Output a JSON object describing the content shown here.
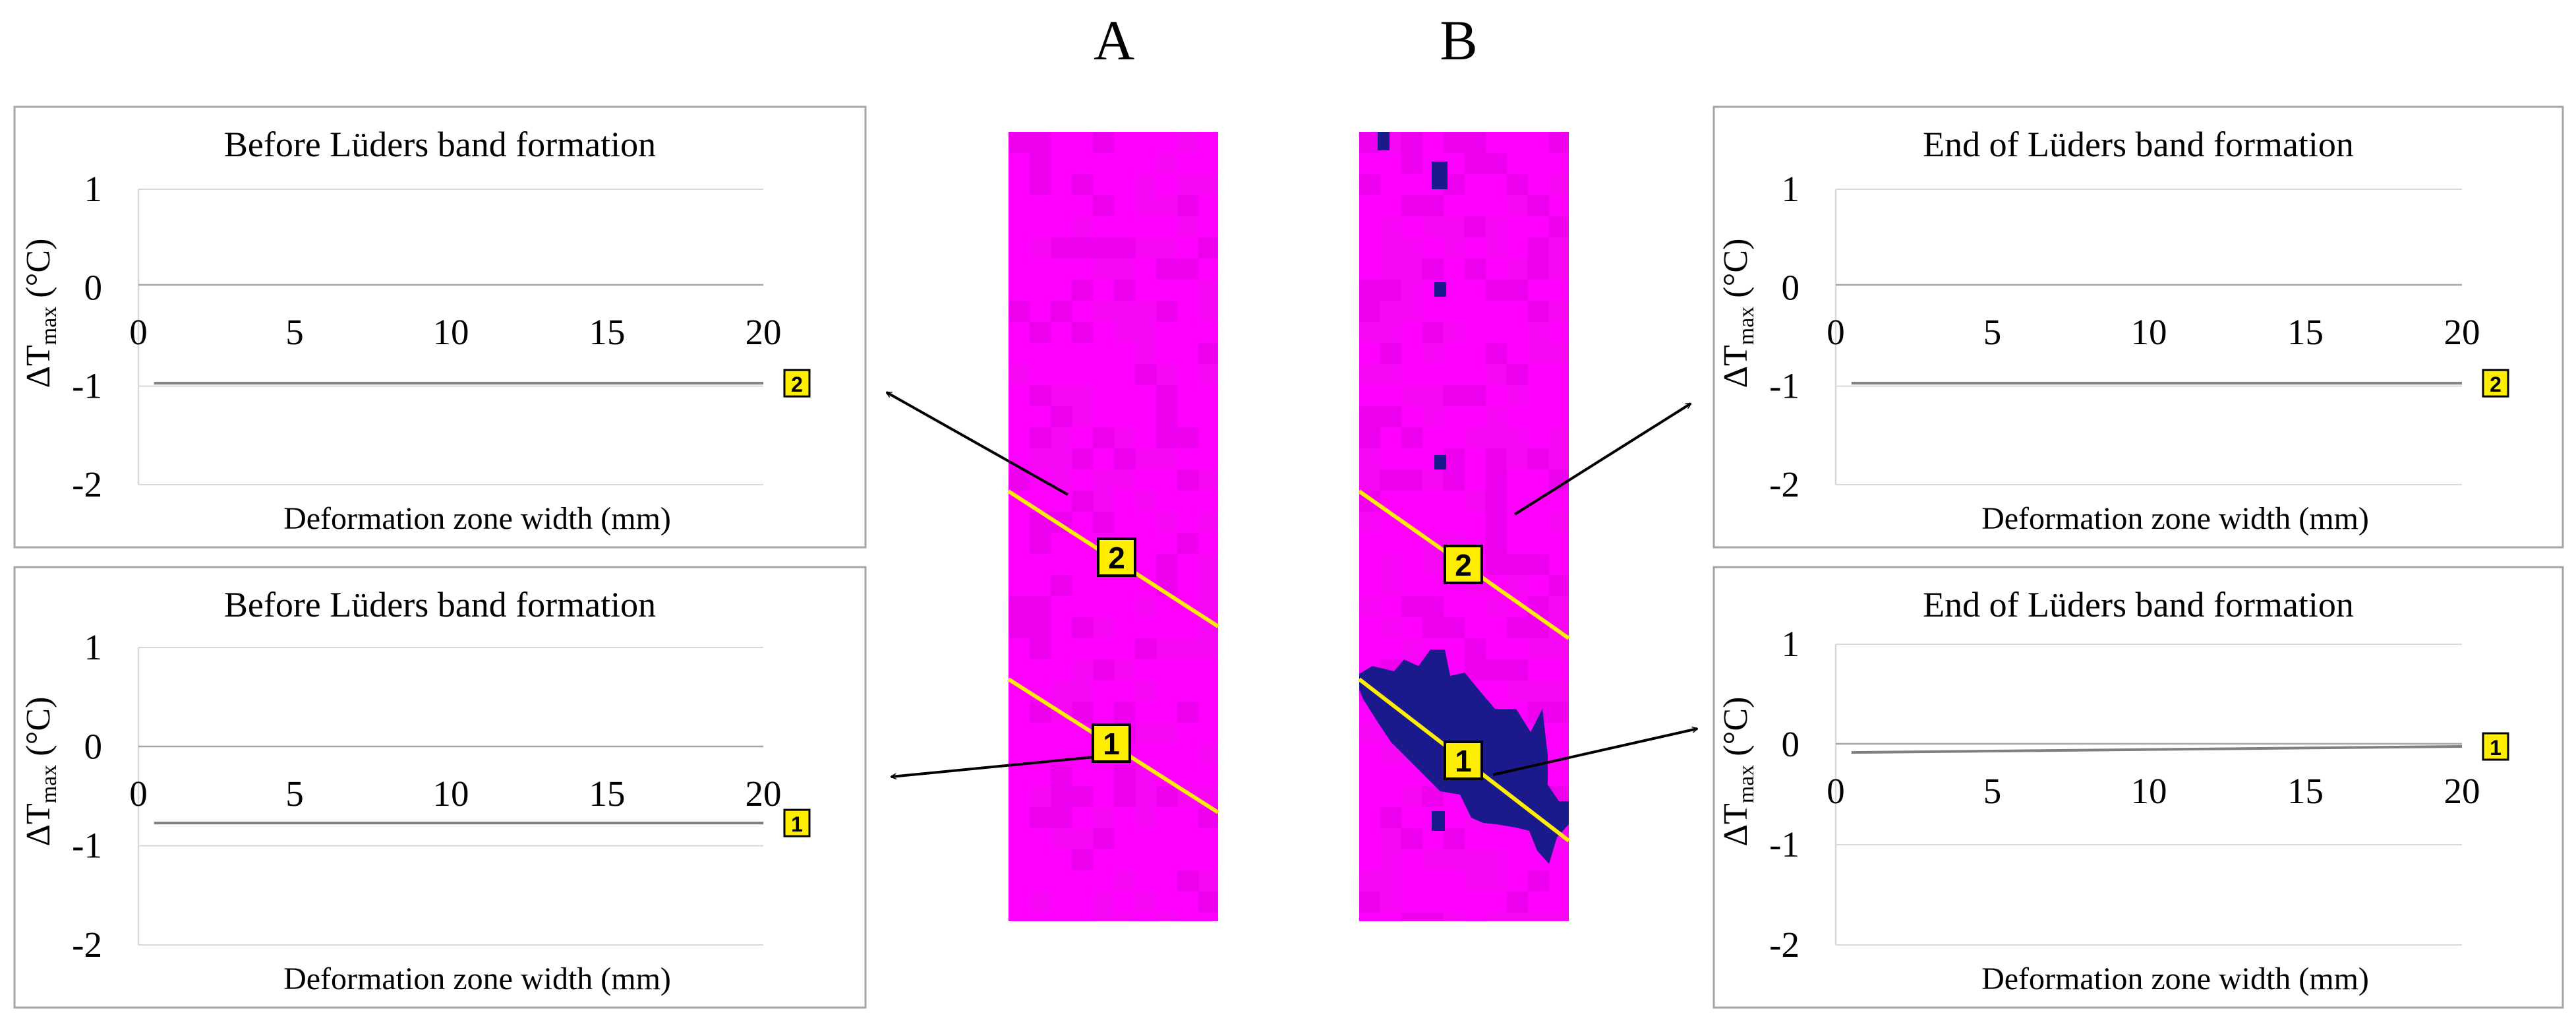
{
  "panel_labels": [
    "A",
    "B"
  ],
  "chart_data": [
    {
      "type": "line",
      "title": "Before Lüders band formation",
      "xlabel": "Deformation zone width (mm)",
      "ylabel": "ΔT",
      "ylabel_subscript": "max",
      "ylabel_unit": " (°C)",
      "xlim": [
        0,
        20
      ],
      "ylim": [
        -2,
        1
      ],
      "xticks": [
        "0",
        "5",
        "10",
        "15",
        "20"
      ],
      "yticks": [
        "1",
        "0",
        "-1",
        "-2"
      ],
      "grid": true,
      "marker": "2",
      "series": [
        {
          "x": [
            0.5,
            20
          ],
          "y": [
            -0.97,
            -0.97
          ]
        }
      ]
    },
    {
      "type": "line",
      "title": "Before Lüders band formation",
      "xlabel": "Deformation zone width (mm)",
      "ylabel": "ΔT",
      "ylabel_subscript": "max",
      "ylabel_unit": " (°C)",
      "xlim": [
        0,
        20
      ],
      "ylim": [
        -2,
        1
      ],
      "xticks": [
        "0",
        "5",
        "10",
        "15",
        "20"
      ],
      "yticks": [
        "1",
        "0",
        "-1",
        "-2"
      ],
      "grid": true,
      "marker": "1",
      "series": [
        {
          "x": [
            0.5,
            20
          ],
          "y": [
            -0.77,
            -0.77
          ]
        }
      ]
    },
    {
      "type": "line",
      "title": "End of Lüders band formation",
      "xlabel": "Deformation zone width (mm)",
      "ylabel": "ΔT",
      "ylabel_subscript": "max",
      "ylabel_unit": " (°C)",
      "xlim": [
        0,
        20
      ],
      "ylim": [
        -2,
        1
      ],
      "xticks": [
        "0",
        "5",
        "10",
        "15",
        "20"
      ],
      "yticks": [
        "1",
        "0",
        "-1",
        "-2"
      ],
      "grid": true,
      "marker": "2",
      "series": [
        {
          "x": [
            0.5,
            20
          ],
          "y": [
            -0.97,
            -0.97
          ]
        }
      ]
    },
    {
      "type": "line",
      "title": "End of Lüders band formation",
      "xlabel": "Deformation zone width (mm)",
      "ylabel": "ΔT",
      "ylabel_subscript": "max",
      "ylabel_unit": " (°C)",
      "xlim": [
        0,
        20
      ],
      "ylim": [
        -2,
        1
      ],
      "xticks": [
        "0",
        "5",
        "10",
        "15",
        "20"
      ],
      "yticks": [
        "1",
        "0",
        "-1",
        "-2"
      ],
      "grid": true,
      "marker": "1",
      "series": [
        {
          "x": [
            0.5,
            20
          ],
          "y": [
            -0.08,
            -0.02
          ]
        }
      ]
    }
  ],
  "thermal_images": [
    {
      "markers": [
        "2",
        "1"
      ]
    },
    {
      "markers": [
        "2",
        "1"
      ]
    }
  ],
  "colors": {
    "thermal_background": "#ff00ff",
    "thermal_cold": "#1a1a8c",
    "profile_line": "#ffee00",
    "badge_fill": "#ffee00",
    "series_line": "#7f7f7f",
    "gridline": "#d9d9d9",
    "frame": "#a6a6a6"
  }
}
